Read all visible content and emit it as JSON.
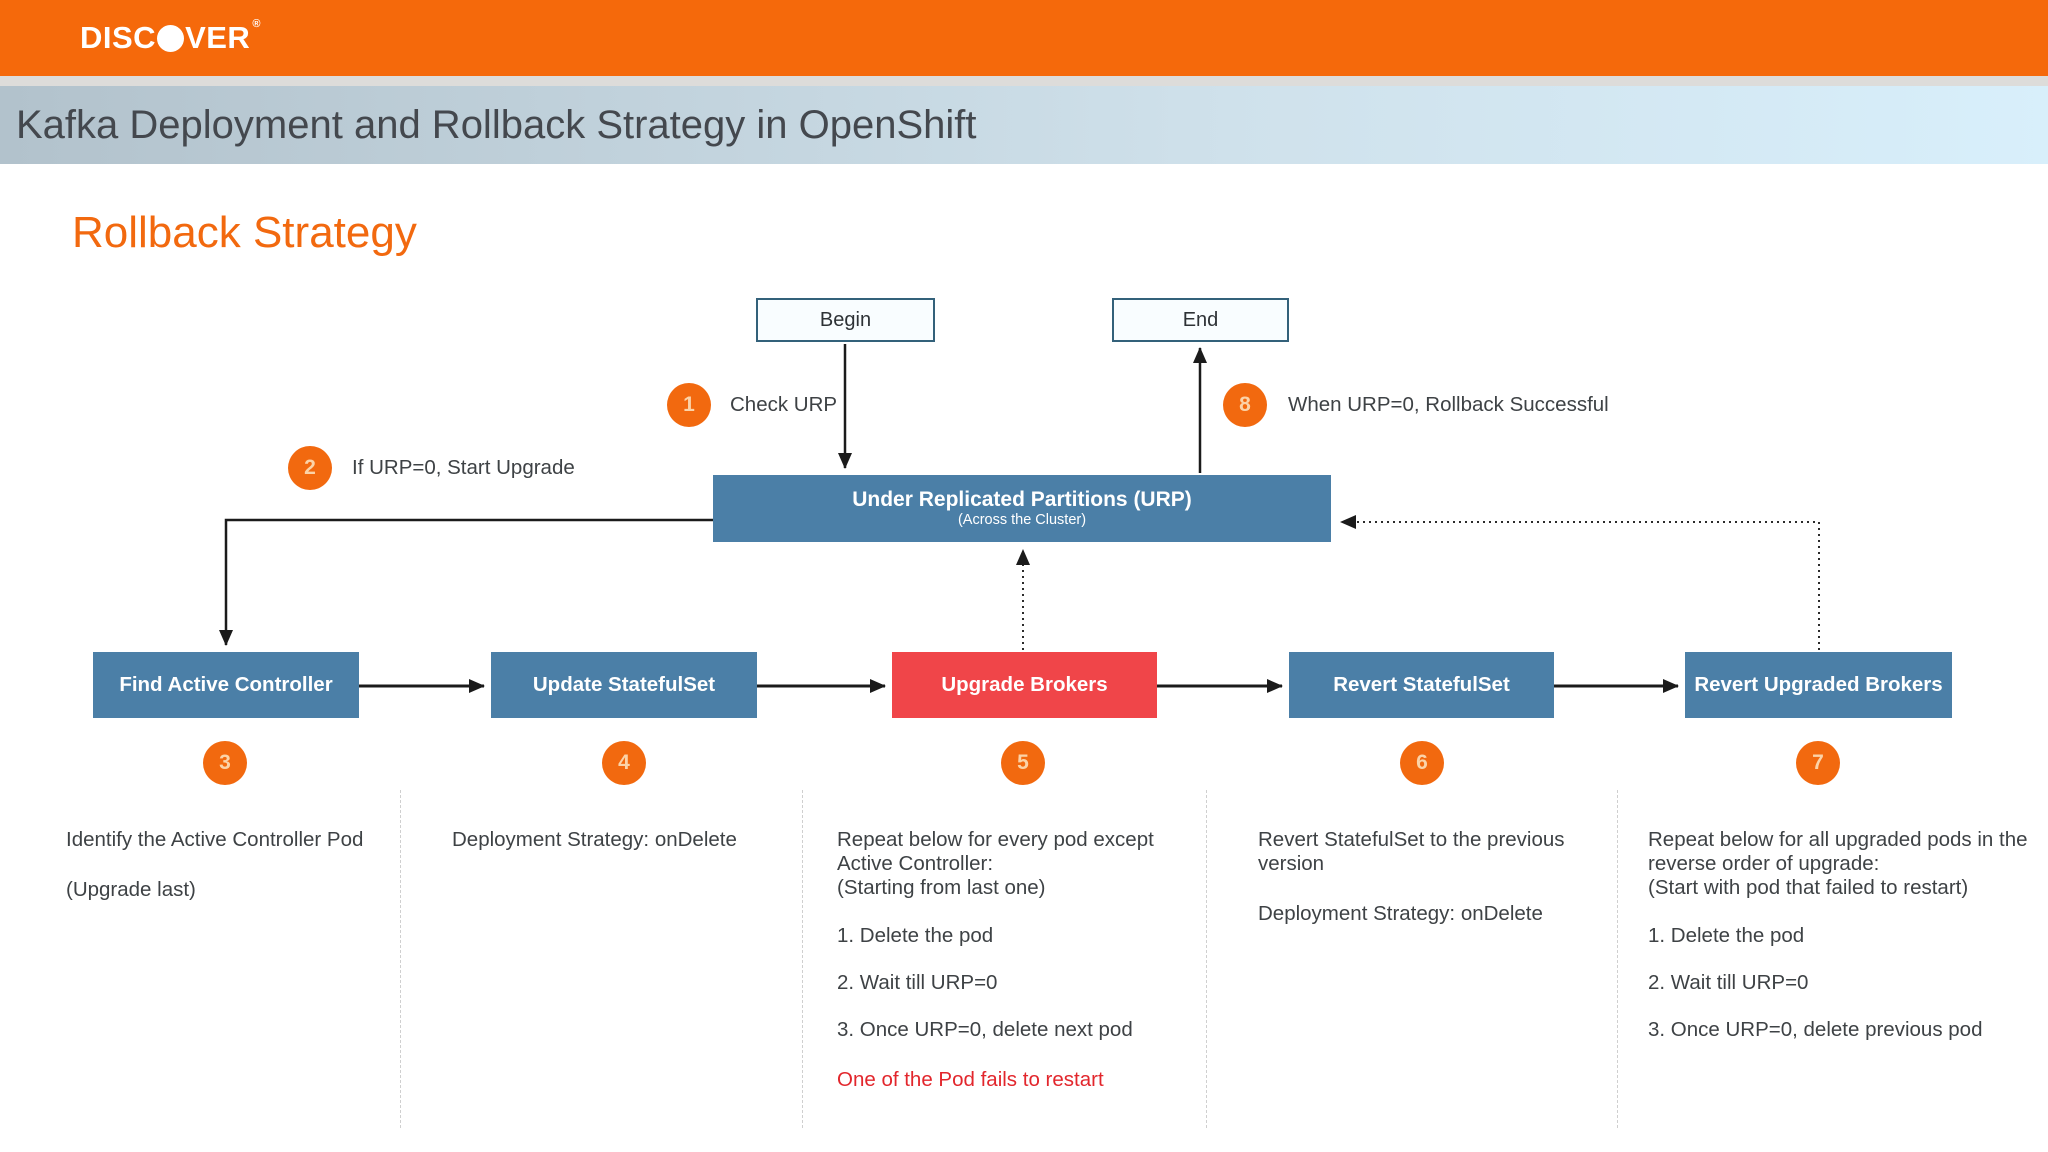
{
  "brand": {
    "logo_pre": "DISC",
    "logo_post": "VER",
    "reg": "®"
  },
  "header": {
    "title": "Kafka Deployment and Rollback Strategy in OpenShift"
  },
  "slide": {
    "heading": "Rollback Strategy"
  },
  "colors": {
    "brand_orange": "#F5690B",
    "accent_orange": "#F2690F",
    "steel_blue": "#4B7FA7",
    "alert_red": "#F04549",
    "note_red": "#E2262C",
    "titlebar_gradient_left": "#b2c2cc",
    "titlebar_gradient_right": "#d8effb"
  },
  "flow": {
    "begin": "Begin",
    "end": "End",
    "urp_title": "Under Replicated Partitions (URP)",
    "urp_subtitle": "(Across the Cluster)",
    "callouts": [
      {
        "num": "1",
        "label": "Check URP"
      },
      {
        "num": "2",
        "label": "If URP=0, Start Upgrade"
      },
      {
        "num": "8",
        "label": "When URP=0, Rollback Successful"
      }
    ],
    "step_nums": [
      "3",
      "4",
      "5",
      "6",
      "7"
    ],
    "boxes": [
      "Find Active Controller",
      "Update StatefulSet",
      "Upgrade Brokers",
      "Revert StatefulSet",
      "Revert Upgraded Brokers"
    ]
  },
  "columns": {
    "c1": {
      "p1": "Identify the Active Controller Pod",
      "p2": "(Upgrade last)"
    },
    "c2": {
      "p1": "Deployment Strategy: onDelete"
    },
    "c3": {
      "intro": "Repeat below for every pod except Active Controller:",
      "intro2": "(Starting from last one)",
      "i1": "1. Delete the pod",
      "i2": "2. Wait till URP=0",
      "i3": "3. Once URP=0, delete next pod",
      "note": "One of the Pod fails to restart"
    },
    "c4": {
      "p1": "Revert StatefulSet to the previous version",
      "p2": "Deployment Strategy: onDelete"
    },
    "c5": {
      "intro": "Repeat below for all upgraded pods in the reverse order of upgrade:",
      "intro2": "(Start with pod that failed to restart)",
      "i1": "1. Delete the pod",
      "i2": "2. Wait till URP=0",
      "i3": "3. Once URP=0, delete previous pod"
    }
  }
}
